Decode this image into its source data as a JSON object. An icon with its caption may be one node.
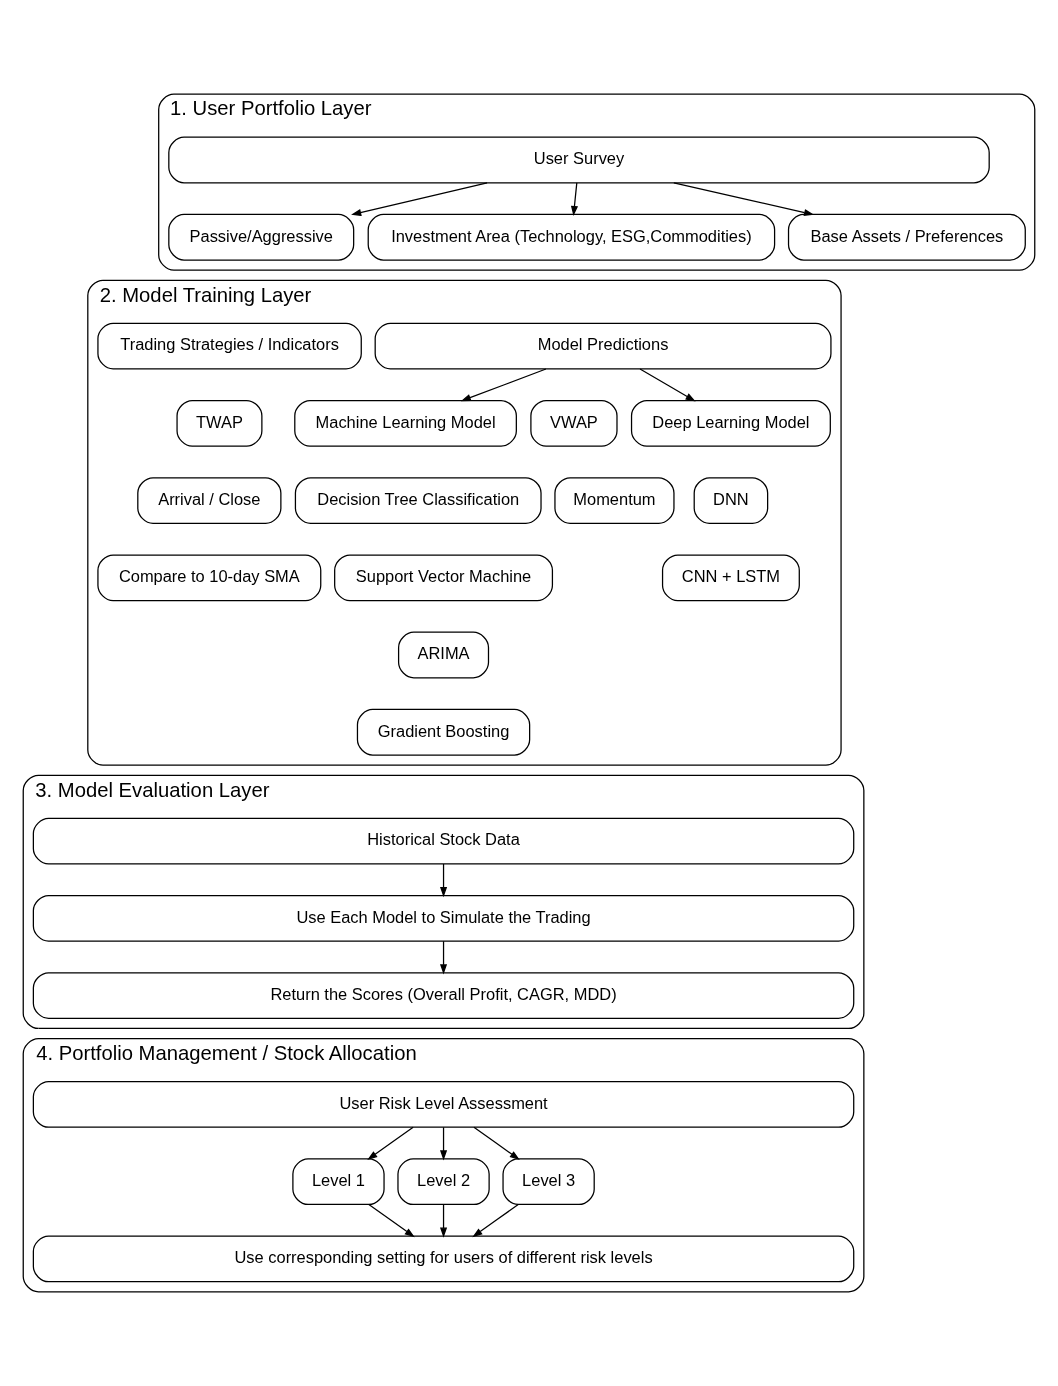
{
  "diagram": {
    "nodes": [
      {
        "text": [
          "1. User Portfolio Layer"
        ]
      },
      {
        "text": [
          "User Survey"
        ],
        "in": 0
      },
      {
        "text": [
          "Passive/Aggressive"
        ],
        "in": 0
      },
      {
        "text": [
          "Investment Area (Technology, ESG,Commodities)"
        ],
        "in": 0
      },
      {
        "text": [
          "Base Assets / Preferences"
        ],
        "in": 0
      },
      {
        "text": [
          "2. Model Training Layer"
        ]
      },
      {
        "text": [
          "Trading Strategies / Indicators"
        ],
        "in": 5
      },
      {
        "text": [
          "TWAP"
        ],
        "in": 5
      },
      {
        "text": [
          "VWAP"
        ],
        "in": 5
      },
      {
        "text": [
          "Arrival / Close"
        ],
        "in": 5
      },
      {
        "text": [
          "Momentum"
        ],
        "in": 5
      },
      {
        "text": [
          "Compare to 10-day SMA"
        ],
        "in": 5
      },
      {
        "text": [
          "Model Predictions"
        ],
        "in": 5
      },
      {
        "text": [
          "Machine Learning Model"
        ],
        "in": 5
      },
      {
        "text": [
          "Deep Learning Model"
        ],
        "in": 5
      },
      {
        "text": [
          "Decision Tree Classification"
        ],
        "in": 5
      },
      {
        "text": [
          "DNN"
        ],
        "in": 5
      },
      {
        "text": [
          "Support Vector Machine"
        ],
        "in": 5
      },
      {
        "text": [
          "CNN + LSTM"
        ],
        "in": 5
      },
      {
        "text": [
          "ARIMA"
        ],
        "in": 5
      },
      {
        "text": [
          "Gradient Boosting"
        ],
        "in": 5
      },
      {
        "text": [
          "3. Model Evaluation Layer"
        ]
      },
      {
        "text": [
          "Historical Stock Data"
        ],
        "in": 21
      },
      {
        "text": [
          "Use Each Model to Simulate the Trading"
        ],
        "in": 21
      },
      {
        "text": [
          "Return the Scores (Overall Profit, CAGR, MDD)"
        ],
        "in": 21
      },
      {
        "text": [
          "4. Portfolio Management / Stock Allocation"
        ]
      },
      {
        "text": [
          "User Risk Level Assessment"
        ],
        "in": 25
      },
      {
        "text": [
          "Level 1"
        ],
        "in": 25
      },
      {
        "text": [
          "Level 2"
        ],
        "in": 25
      },
      {
        "text": [
          "Level 3"
        ],
        "in": 25
      },
      {
        "text": [
          "Use corresponding setting for users of different risk levels"
        ],
        "in": 25
      }
    ],
    "edges": [
      {
        "from": 1,
        "to": 2,
        "arrow": "to"
      },
      {
        "from": 1,
        "to": 3,
        "arrow": "to"
      },
      {
        "from": 1,
        "to": 4,
        "arrow": "to"
      },
      {
        "from": 12,
        "to": 13,
        "arrow": "to"
      },
      {
        "from": 12,
        "to": 14,
        "arrow": "to"
      },
      {
        "from": 22,
        "to": 23,
        "arrow": "to"
      },
      {
        "from": 23,
        "to": 24,
        "arrow": "to"
      },
      {
        "from": 26,
        "to": 27,
        "arrow": "to"
      },
      {
        "from": 26,
        "to": 28,
        "arrow": "to"
      },
      {
        "from": 26,
        "to": 29,
        "arrow": "to"
      },
      {
        "from": 27,
        "to": 30,
        "arrow": "to"
      },
      {
        "from": 28,
        "to": 30,
        "arrow": "to"
      },
      {
        "from": 29,
        "to": 30,
        "arrow": "to"
      }
    ]
  }
}
